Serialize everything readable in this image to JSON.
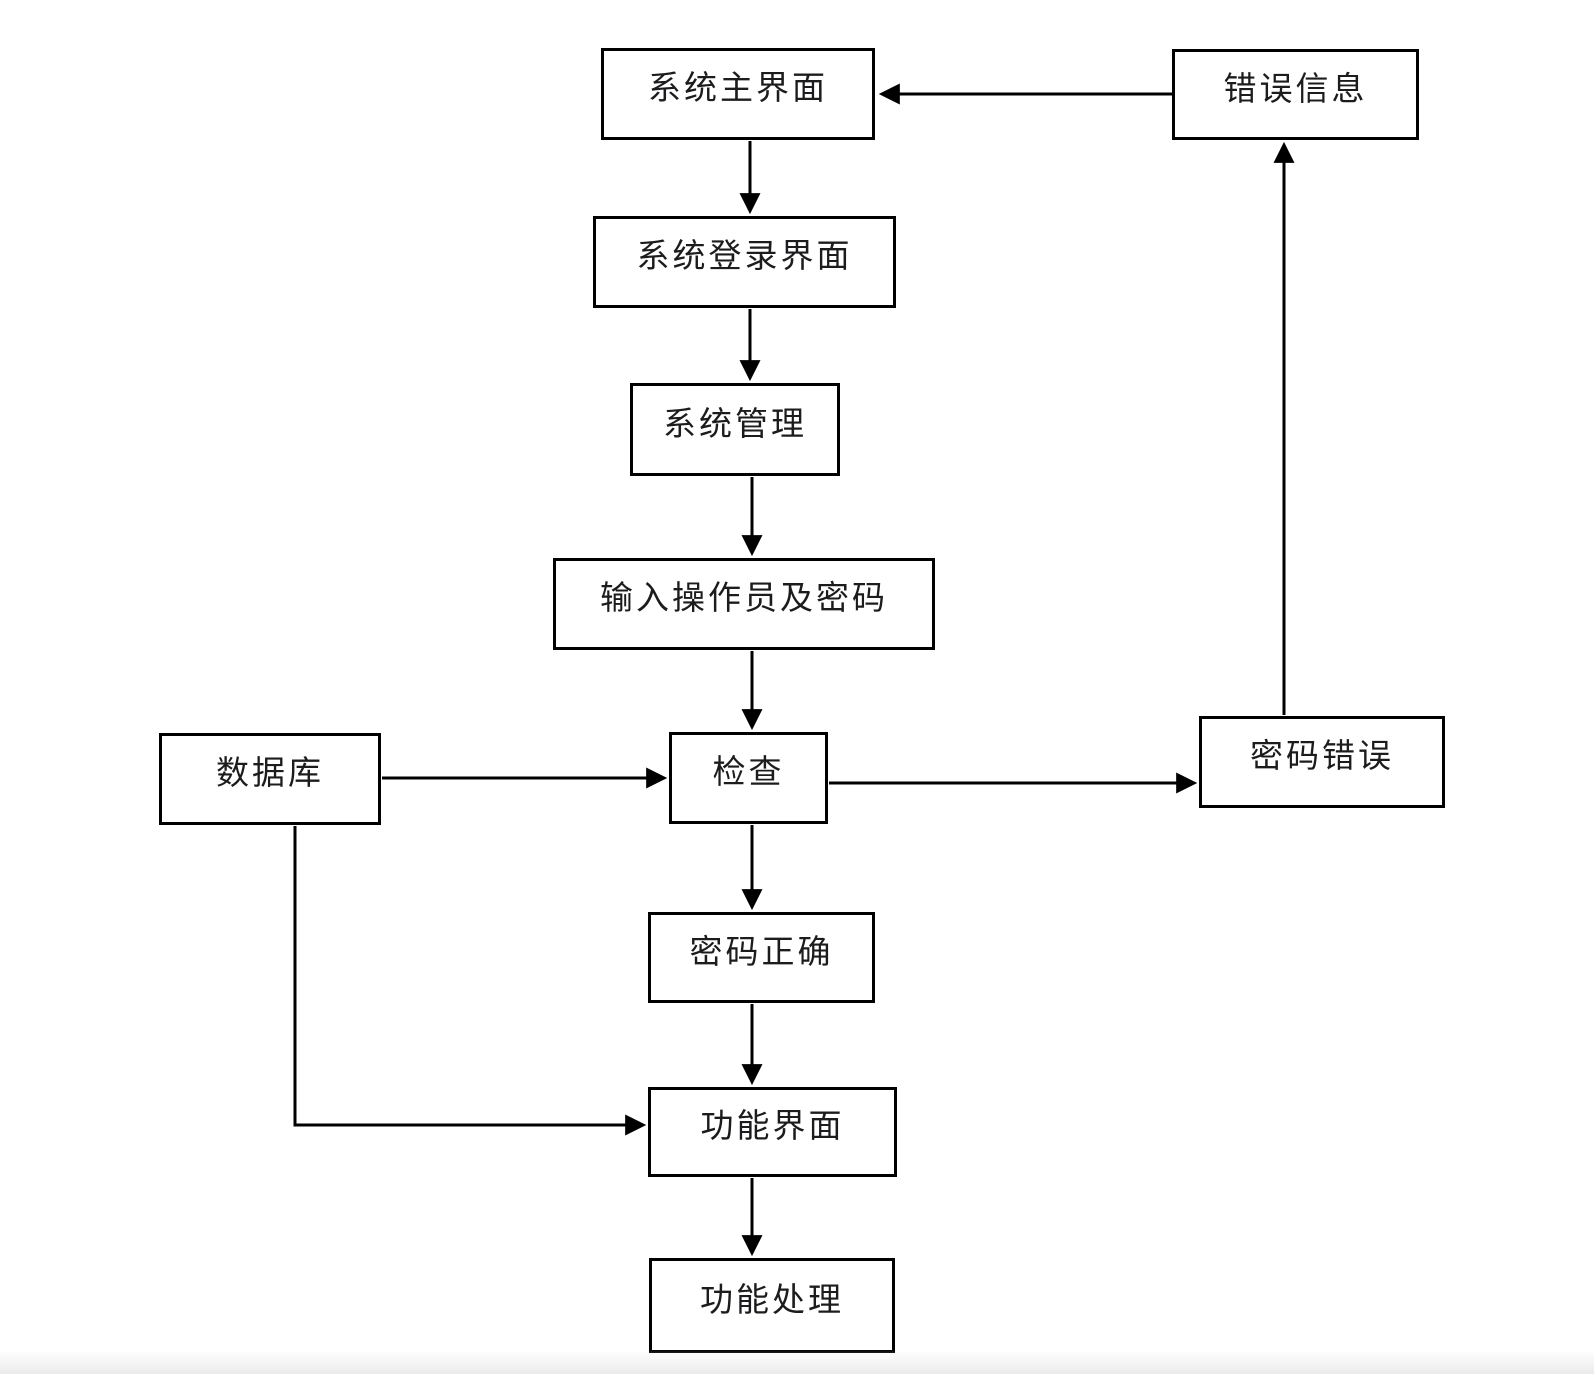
{
  "diagram": {
    "nodes": [
      {
        "id": "main-interface",
        "label": "系统主界面"
      },
      {
        "id": "error-info",
        "label": "错误信息"
      },
      {
        "id": "login-interface",
        "label": "系统登录界面"
      },
      {
        "id": "system-management",
        "label": "系统管理"
      },
      {
        "id": "input-operator-password",
        "label": "输入操作员及密码"
      },
      {
        "id": "database",
        "label": "数据库"
      },
      {
        "id": "check",
        "label": "检查"
      },
      {
        "id": "password-error",
        "label": "密码错误"
      },
      {
        "id": "password-correct",
        "label": "密码正确"
      },
      {
        "id": "function-interface",
        "label": "功能界面"
      },
      {
        "id": "function-processing",
        "label": "功能处理"
      }
    ],
    "edges": [
      {
        "from": "main-interface",
        "to": "login-interface"
      },
      {
        "from": "login-interface",
        "to": "system-management"
      },
      {
        "from": "system-management",
        "to": "input-operator-password"
      },
      {
        "from": "input-operator-password",
        "to": "check"
      },
      {
        "from": "database",
        "to": "check"
      },
      {
        "from": "check",
        "to": "password-error"
      },
      {
        "from": "password-error",
        "to": "error-info"
      },
      {
        "from": "error-info",
        "to": "main-interface"
      },
      {
        "from": "check",
        "to": "password-correct"
      },
      {
        "from": "password-correct",
        "to": "function-interface"
      },
      {
        "from": "database",
        "to": "function-interface"
      },
      {
        "from": "function-interface",
        "to": "function-processing"
      }
    ],
    "colors": {
      "line": "#000000",
      "box_border": "#000000",
      "text": "#1c1c1e",
      "background": "#ffffff"
    }
  }
}
